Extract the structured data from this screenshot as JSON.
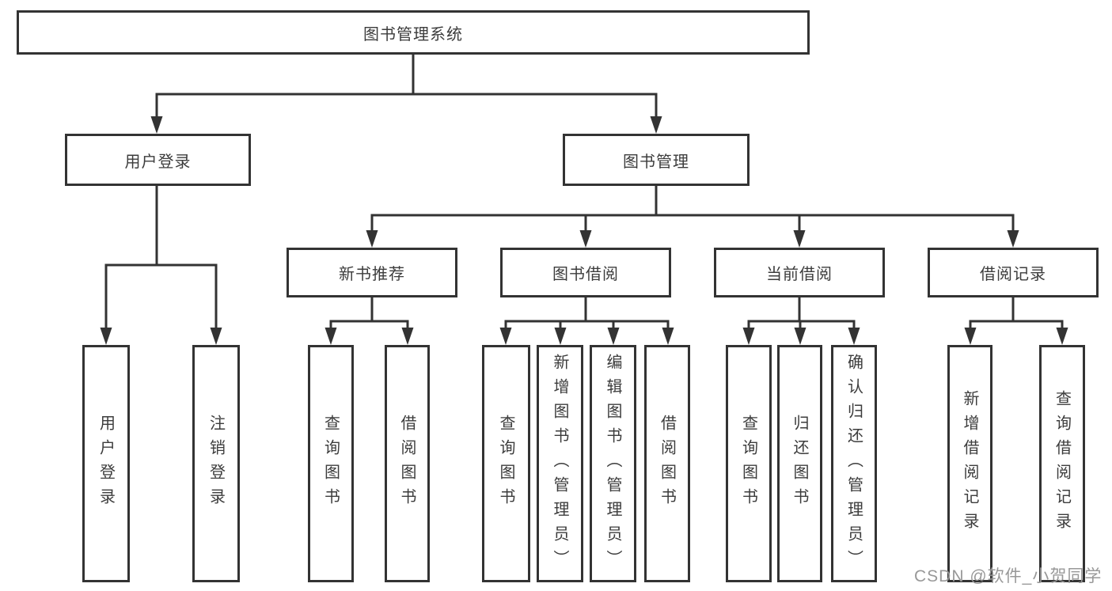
{
  "diagram": {
    "root": {
      "label": "图书管理系统"
    },
    "level2": [
      {
        "label": "用户登录"
      },
      {
        "label": "图书管理"
      }
    ],
    "level3": [
      {
        "label": "新书推荐"
      },
      {
        "label": "图书借阅"
      },
      {
        "label": "当前借阅"
      },
      {
        "label": "借阅记录"
      }
    ],
    "leaves": {
      "user_login": [
        "用户登录",
        "注销登录"
      ],
      "new_book_recommendation": [
        "查询图书",
        "借阅图书"
      ],
      "book_borrowing": [
        "查询图书",
        "新增图书（管理员）",
        "编辑图书（管理员）",
        "借阅图书"
      ],
      "current_borrowing": [
        "查询图书",
        "归还图书",
        "确认归还（管理员）"
      ],
      "borrowing_records": [
        "新增借阅记录",
        "查询借阅记录"
      ]
    }
  },
  "watermark": {
    "label": "CSDN @软件_小贺同学"
  },
  "colors": {
    "line": "#333333",
    "text": "#3c3c3c",
    "watermark": "#989898",
    "background": "#ffffff"
  }
}
